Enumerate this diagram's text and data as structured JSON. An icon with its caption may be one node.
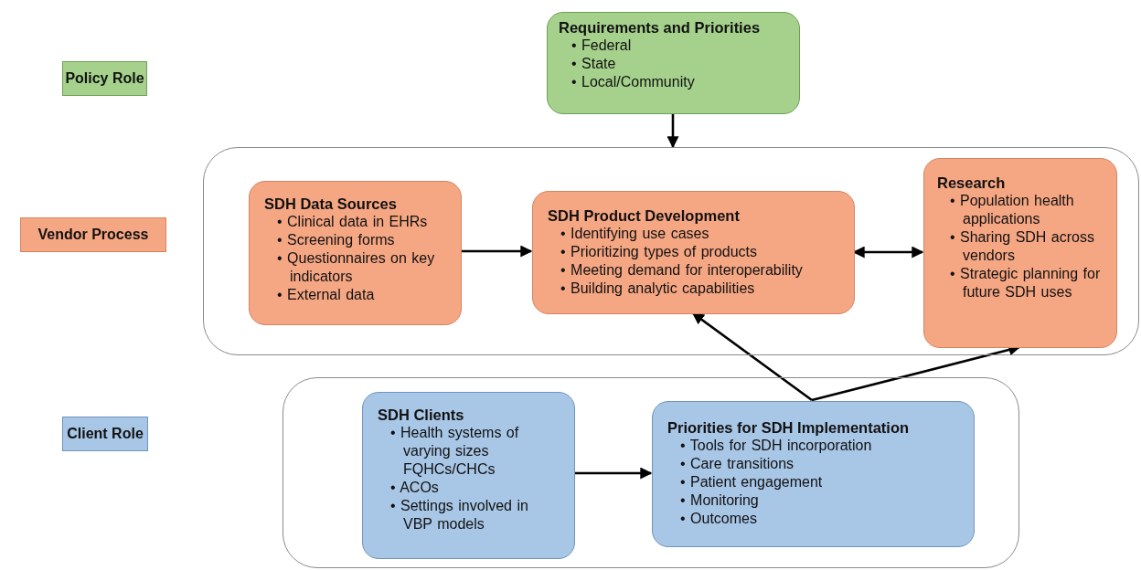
{
  "diagram": {
    "nodes": [
      {
        "text": [
          "Policy Role"
        ]
      },
      {
        "text": [
          "Requirements and Priorities",
          "• Federal",
          "• State",
          "• Local/Community"
        ]
      },
      {
        "text": [
          "Vendor Process"
        ]
      },
      {
        "text": [],
        "shape": "box"
      },
      {
        "text": [
          "SDH Data Sources",
          "• Clinical data in EHRs",
          "• Screening forms",
          "• Questionnaires on key indicators",
          "• External data"
        ],
        "in": 3
      },
      {
        "text": [
          "SDH Product Development",
          "• Identifying use cases",
          "• Prioritizing types of products",
          "• Meeting demand for interoperability",
          "• Building analytic capabilities"
        ],
        "in": 3
      },
      {
        "text": [
          "Research",
          "• Population health applications",
          "• Sharing SDH across vendors",
          "• Strategic planning for future SDH uses"
        ],
        "in": 3
      },
      {
        "text": [
          "Client Role"
        ]
      },
      {
        "text": [],
        "shape": "box"
      },
      {
        "text": [
          "SDH Clients",
          "• Health systems of varying sizes FQHCs/CHCs",
          "• ACOs",
          "• Settings involved in VBP models"
        ],
        "in": 8
      },
      {
        "text": [
          "Priorities for SDH Implementation",
          "• Tools for SDH incorporation",
          "• Care transitions",
          "• Patient engagement",
          "• Monitoring",
          "• Outcomes"
        ],
        "in": 8
      }
    ],
    "edges": [
      {
        "from": 1,
        "to": 3,
        "arrow": "to"
      },
      {
        "from": 4,
        "to": 5,
        "arrow": "to"
      },
      {
        "from": 5,
        "to": 6,
        "arrow": "both"
      },
      {
        "from": 10,
        "to": 5,
        "arrow": "to"
      },
      {
        "from": 10,
        "to": 6,
        "arrow": "to"
      },
      {
        "from": 9,
        "to": 10,
        "arrow": "to"
      }
    ]
  }
}
